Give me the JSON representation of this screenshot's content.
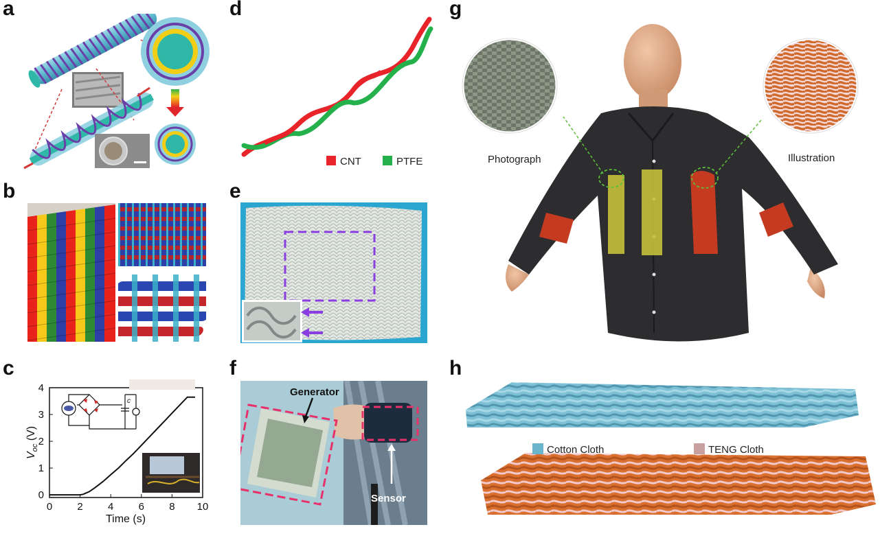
{
  "panels": {
    "a": "a",
    "b": "b",
    "c": "c",
    "d": "d",
    "e": "e",
    "f": "f",
    "g": "g",
    "h": "h"
  },
  "legend_d": {
    "cnt": "CNT",
    "ptfe": "PTFE",
    "cnt_color": "#e8232a",
    "ptfe_color": "#24b04a"
  },
  "panel_f": {
    "generator": "Generator",
    "sensor": "Sensor"
  },
  "panel_g": {
    "photograph": "Photograph",
    "illustration": "Illustration"
  },
  "legend_h": {
    "cotton": "Cotton Cloth",
    "teng": "TENG Cloth",
    "cotton_color": "#6ab4cc",
    "teng_color": "#c9a0a0"
  },
  "chart_data": {
    "type": "line",
    "xlabel": "Time (s)",
    "ylabel_main": "V",
    "ylabel_sub": "oc",
    "ylabel_unit": " (V)",
    "xlim": [
      0,
      10
    ],
    "ylim": [
      -0.1,
      4
    ],
    "xticks": [
      "0",
      "2",
      "4",
      "6",
      "8",
      "10"
    ],
    "yticks": [
      "0",
      "1",
      "2",
      "3",
      "4"
    ],
    "series": [
      {
        "x": [
          0,
          1,
          2,
          2.2,
          2.6,
          3,
          3.5,
          4,
          4.5,
          5,
          5.5,
          6,
          6.5,
          7,
          7.5,
          8,
          8.5,
          9,
          9.5
        ],
        "values": [
          0,
          0,
          0,
          0.02,
          0.12,
          0.28,
          0.5,
          0.75,
          1.0,
          1.28,
          1.55,
          1.85,
          2.15,
          2.45,
          2.75,
          3.05,
          3.35,
          3.65,
          3.65
        ]
      }
    ],
    "circuit_capacitor_label": "c"
  }
}
